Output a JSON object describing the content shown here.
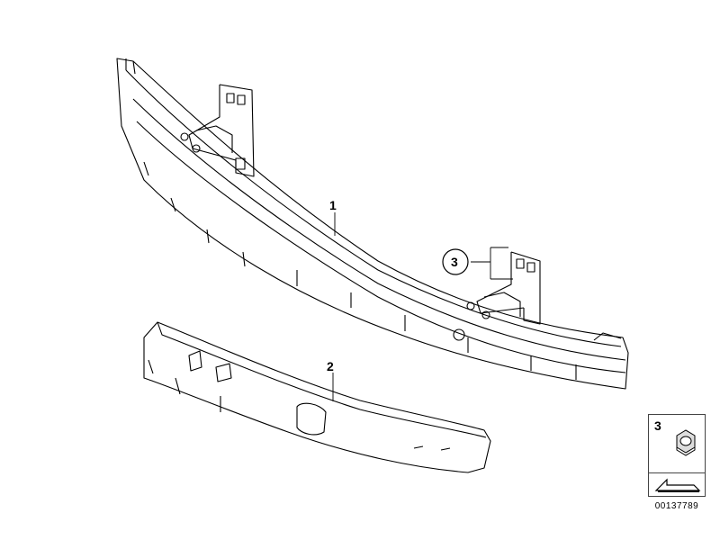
{
  "diagram": {
    "callouts": {
      "part1": "1",
      "part2": "2",
      "part3": "3"
    },
    "legend": {
      "number": "3",
      "icon": "hex-nut-icon"
    },
    "drawing_number": "00137789"
  }
}
